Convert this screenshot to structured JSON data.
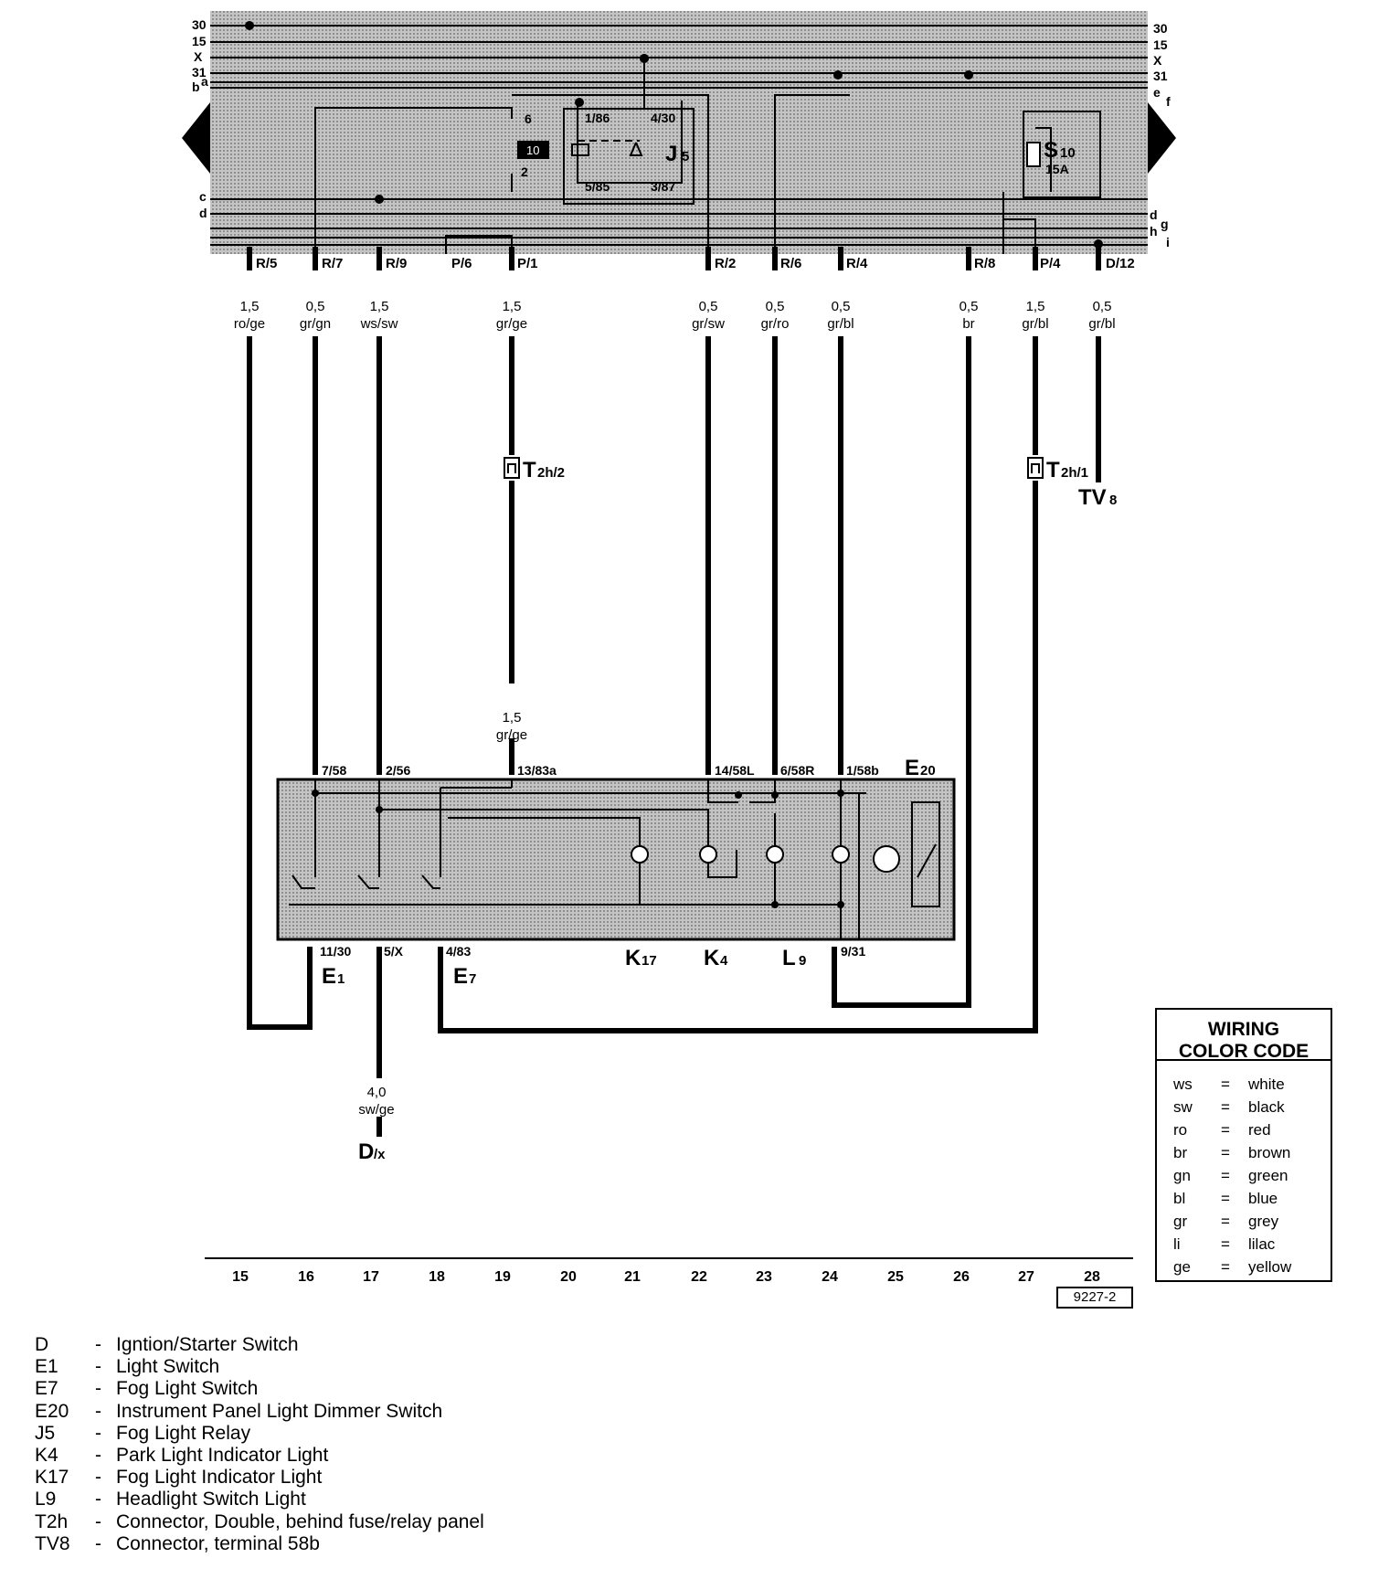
{
  "rails_left": [
    "30",
    "15",
    "X",
    "31",
    "b",
    "c",
    "d"
  ],
  "rails_left_sub": [
    "a"
  ],
  "rails_right": [
    "30",
    "15",
    "X",
    "31",
    "e",
    "f",
    "d",
    "g",
    "h",
    "i"
  ],
  "connector_pins": [
    "R/5",
    "R/7",
    "R/9",
    "P/6",
    "P/1",
    "R/2",
    "R/6",
    "R/4",
    "R/8",
    "P/4",
    "D/12"
  ],
  "wires": [
    {
      "size": "1,5",
      "color": "ro/ge"
    },
    {
      "size": "0,5",
      "color": "gr/gn"
    },
    {
      "size": "1,5",
      "color": "ws/sw"
    },
    {
      "size": "1,5",
      "color": "gr/ge"
    },
    {
      "size": "0,5",
      "color": "gr/sw"
    },
    {
      "size": "0,5",
      "color": "gr/ro"
    },
    {
      "size": "0,5",
      "color": "gr/bl"
    },
    {
      "size": "0,5",
      "color": "br"
    },
    {
      "size": "1,5",
      "color": "gr/bl"
    },
    {
      "size": "0,5",
      "color": "gr/bl"
    }
  ],
  "relay": {
    "name": "J",
    "sub": "5",
    "pins": [
      "1/86",
      "4/30",
      "5/85",
      "3/87"
    ],
    "contacts": [
      "6",
      "2"
    ],
    "badge": "10"
  },
  "fuse": {
    "name": "S",
    "sub": "10",
    "rating": "15A"
  },
  "connectors": [
    {
      "name": "T",
      "sub": "2h/2"
    },
    {
      "name": "T",
      "sub": "2h/1"
    },
    {
      "name": "TV",
      "sub": "8"
    },
    {
      "name": "D",
      "sub": "/x"
    }
  ],
  "mid_wire": {
    "size": "1,5",
    "color": "gr/ge"
  },
  "bottom_wire": {
    "size": "4,0",
    "color": "sw/ge"
  },
  "panel_top_terminals": [
    "7/58",
    "2/56",
    "13/83a",
    "14/58L",
    "6/58R",
    "1/58b"
  ],
  "panel_bottom_terminals": [
    "11/30",
    "5/X",
    "4/83",
    "9/31"
  ],
  "components": [
    {
      "name": "E",
      "sub": "20"
    },
    {
      "name": "E",
      "sub": "1"
    },
    {
      "name": "E",
      "sub": "7"
    },
    {
      "name": "K",
      "sub": "17"
    },
    {
      "name": "K",
      "sub": "4"
    },
    {
      "name": "L",
      "sub": "9"
    }
  ],
  "columns": [
    "15",
    "16",
    "17",
    "18",
    "19",
    "20",
    "21",
    "22",
    "23",
    "24",
    "25",
    "26",
    "27",
    "28"
  ],
  "diagram_id": "9227-2",
  "color_code": {
    "title_line1": "WIRING",
    "title_line2": "COLOR CODE",
    "rows": [
      {
        "abbr": "ws",
        "eq": "=",
        "name": "white"
      },
      {
        "abbr": "sw",
        "eq": "=",
        "name": "black"
      },
      {
        "abbr": "ro",
        "eq": "=",
        "name": "red"
      },
      {
        "abbr": "br",
        "eq": "=",
        "name": "brown"
      },
      {
        "abbr": "gn",
        "eq": "=",
        "name": "green"
      },
      {
        "abbr": "bl",
        "eq": "=",
        "name": "blue"
      },
      {
        "abbr": "gr",
        "eq": "=",
        "name": "grey"
      },
      {
        "abbr": "li",
        "eq": "=",
        "name": "lilac"
      },
      {
        "abbr": "ge",
        "eq": "=",
        "name": "yellow"
      }
    ]
  },
  "key": [
    {
      "code": "D",
      "dash": "-",
      "desc": "Igntion/Starter Switch"
    },
    {
      "code": "E1",
      "dash": "-",
      "desc": "Light Switch"
    },
    {
      "code": "E7",
      "dash": "-",
      "desc": "Fog Light Switch"
    },
    {
      "code": "E20",
      "dash": "-",
      "desc": "Instrument Panel Light Dimmer Switch"
    },
    {
      "code": "J5",
      "dash": "-",
      "desc": "Fog Light Relay"
    },
    {
      "code": "K4",
      "dash": "-",
      "desc": "Park Light Indicator Light"
    },
    {
      "code": "K17",
      "dash": "-",
      "desc": "Fog Light Indicator Light"
    },
    {
      "code": "L9",
      "dash": "-",
      "desc": "Headlight Switch Light"
    },
    {
      "code": "T2h",
      "dash": "-",
      "desc": "Connector, Double, behind fuse/relay panel"
    },
    {
      "code": "TV8",
      "dash": "-",
      "desc": "Connector, terminal 58b"
    }
  ]
}
